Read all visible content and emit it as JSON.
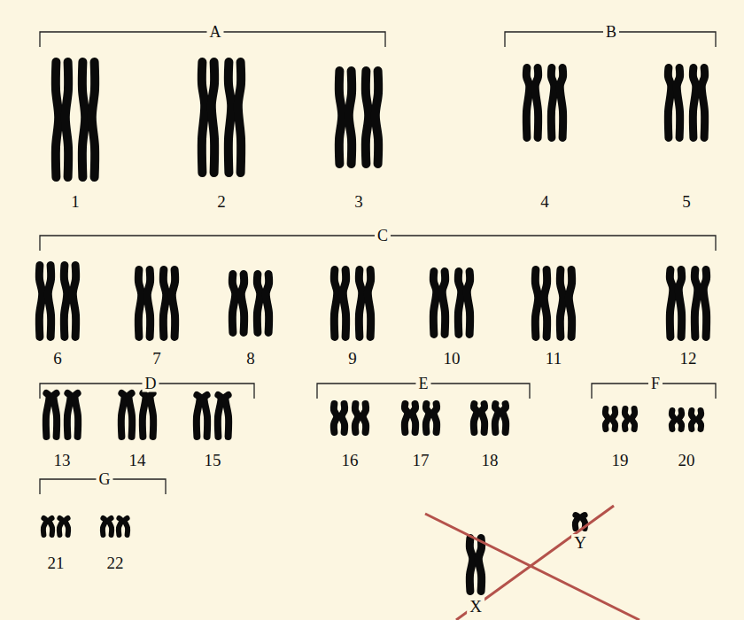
{
  "diagram": {
    "labels": [
      "A",
      "B",
      "1",
      "2",
      "3",
      "4",
      "5",
      "C",
      "6",
      "7",
      "8",
      "9",
      "10",
      "11",
      "12",
      "D",
      "E",
      "F",
      "13",
      "14",
      "15",
      "16",
      "17",
      "18",
      "19",
      "20",
      "G",
      "21",
      "22",
      "Y",
      "X"
    ]
  }
}
